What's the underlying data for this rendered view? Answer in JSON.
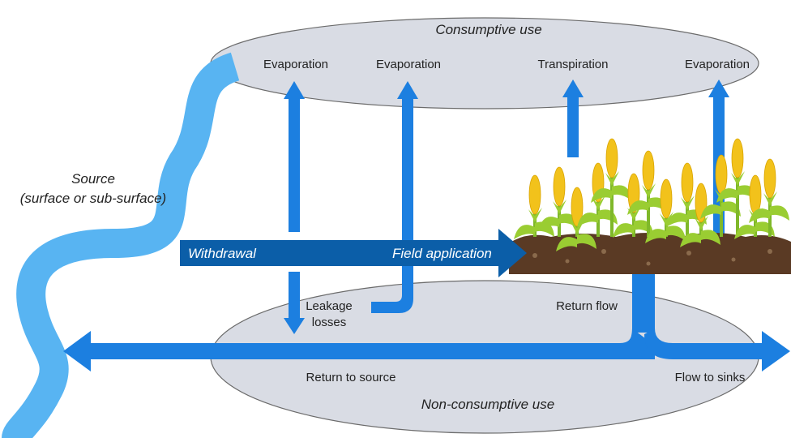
{
  "colors": {
    "ellipse_fill": "#d9dce4",
    "ellipse_stroke": "#6b6b6b",
    "arrow_blue": "#1c7fe0",
    "river_blue": "#58b4f2",
    "withdrawal_dark": "#0b5ea8",
    "soil": "#5a3a24",
    "corn_yellow": "#f2c21b",
    "husk_green": "#9acd32"
  },
  "labels": {
    "consumptive_use": "Consumptive use",
    "non_consumptive_use": "Non-consumptive use",
    "source_line1": "Source",
    "source_line2": "(surface or sub-surface)",
    "withdrawal": "Withdrawal",
    "field_application": "Field application",
    "evaporation_1": "Evaporation",
    "evaporation_2": "Evaporation",
    "transpiration": "Transpiration",
    "evaporation_3": "Evaporation",
    "leakage_line1": "Leakage",
    "leakage_line2": "losses",
    "return_flow": "Return flow",
    "return_to_source": "Return to source",
    "flow_to_sinks": "Flow to sinks"
  },
  "icons": {
    "crop": "corn-plant-icon",
    "soil": "soil-field-icon"
  }
}
